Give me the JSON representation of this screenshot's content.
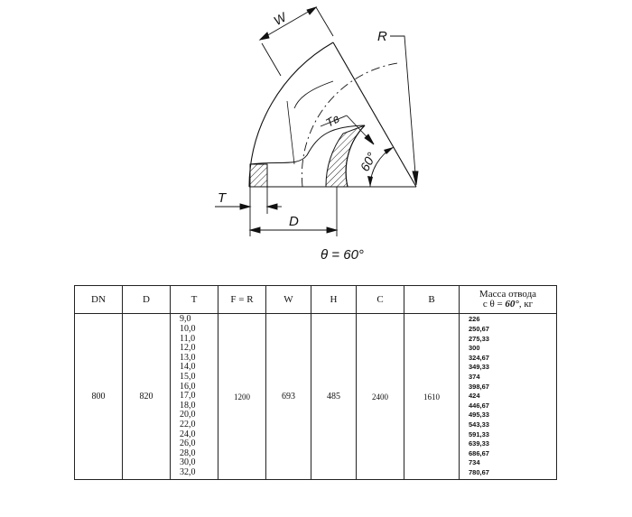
{
  "drawing": {
    "labels": {
      "w": "W",
      "r": "R",
      "tb": "Tв",
      "angle": "60°",
      "t": "T",
      "d": "D",
      "theta": "θ = 60°"
    }
  },
  "table": {
    "headers": {
      "dn": "DN",
      "d": "D",
      "t": "T",
      "fr": "F = R",
      "w": "W",
      "h": "H",
      "c": "C",
      "b": "B",
      "mass_line1": "Масса отвода",
      "mass_line2_prefix": "с θ = ",
      "mass_line2_value": "60°",
      "mass_line2_suffix": ", кг"
    },
    "row": {
      "dn": "800",
      "d": "820",
      "fr": "1200",
      "w": "693",
      "h": "485",
      "c": "2400",
      "b": "1610",
      "t": [
        "9,0",
        "10,0",
        "11,0",
        "12,0",
        "13,0",
        "14,0",
        "15,0",
        "16,0",
        "17,0",
        "18,0",
        "20,0",
        "22,0",
        "24,0",
        "26,0",
        "28,0",
        "30,0",
        "32,0"
      ],
      "mass": [
        "226",
        "250,67",
        "275,33",
        "300",
        "324,67",
        "349,33",
        "374",
        "398,67",
        "424",
        "446,67",
        "495,33",
        "543,33",
        "591,33",
        "639,33",
        "686,67",
        "734",
        "780,67"
      ]
    }
  }
}
